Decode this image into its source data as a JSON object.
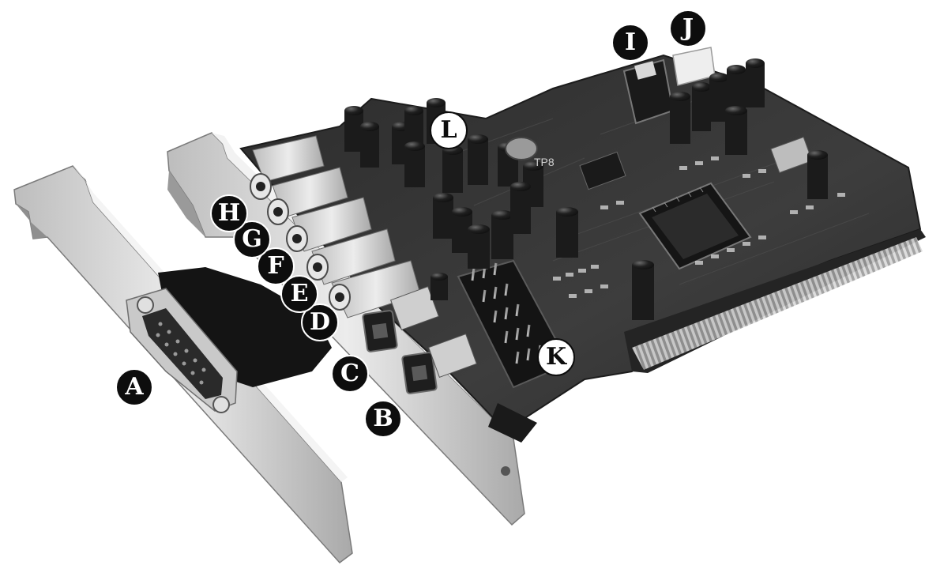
{
  "image": {
    "callouts": [
      {
        "key": "A",
        "style": "dark"
      },
      {
        "key": "B",
        "style": "dark"
      },
      {
        "key": "C",
        "style": "dark"
      },
      {
        "key": "D",
        "style": "dark"
      },
      {
        "key": "E",
        "style": "dark"
      },
      {
        "key": "F",
        "style": "dark"
      },
      {
        "key": "G",
        "style": "dark"
      },
      {
        "key": "H",
        "style": "dark"
      },
      {
        "key": "I",
        "style": "dark"
      },
      {
        "key": "J",
        "style": "dark"
      },
      {
        "key": "K",
        "style": "light"
      },
      {
        "key": "L",
        "style": "light"
      }
    ],
    "board_marking": "TP8",
    "colors": {
      "pcb": "#3a3a3a",
      "pcb_dark": "#262626",
      "bracket": "#d6d6d6",
      "capacitor": "#1b1b1b",
      "jack": "#cfcfcf",
      "callout": "#0d0d0d"
    }
  }
}
